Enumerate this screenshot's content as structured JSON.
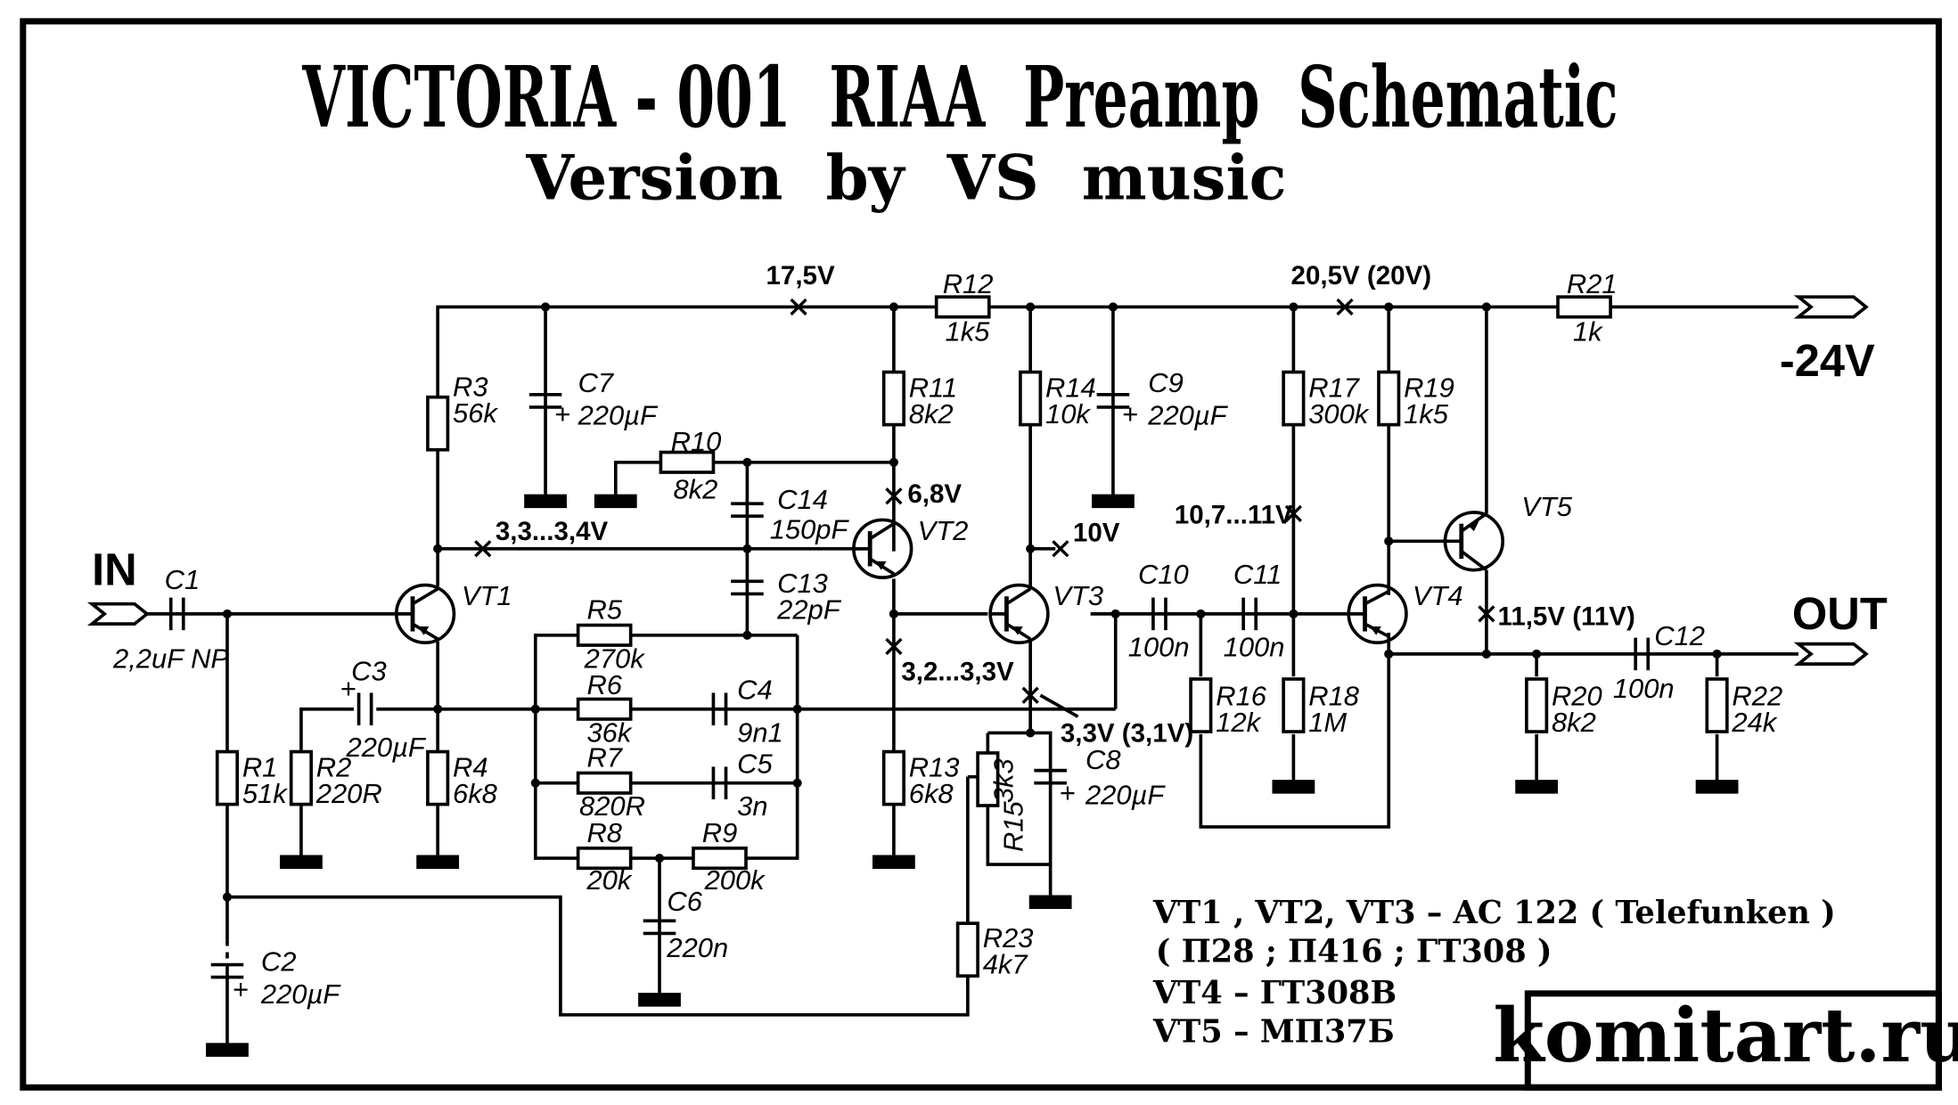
{
  "title": "VICTORIA - 001  RIAA  Preamp  Schematic",
  "subtitle": "Version  by  VS  music",
  "ports": {
    "in": "IN",
    "out": "OUT",
    "supply": "-24V"
  },
  "components": {
    "C1": {
      "ref": "C1",
      "value": "2,2uF NP"
    },
    "C2": {
      "ref": "C2",
      "value": "220µF"
    },
    "C3": {
      "ref": "C3",
      "value": "220µF"
    },
    "C4": {
      "ref": "C4",
      "value": "9n1"
    },
    "C5": {
      "ref": "C5",
      "value": "3n"
    },
    "C6": {
      "ref": "C6",
      "value": "220n"
    },
    "C7": {
      "ref": "C7",
      "value": "220µF"
    },
    "C8": {
      "ref": "C8",
      "value": "220µF"
    },
    "C9": {
      "ref": "C9",
      "value": "220µF"
    },
    "C10": {
      "ref": "C10",
      "value": "100n"
    },
    "C11": {
      "ref": "C11",
      "value": "100n"
    },
    "C12": {
      "ref": "C12",
      "value": "100n"
    },
    "C13": {
      "ref": "C13",
      "value": "22pF"
    },
    "C14": {
      "ref": "C14",
      "value": "150pF"
    },
    "R1": {
      "ref": "R1",
      "value": "51k"
    },
    "R2": {
      "ref": "R2",
      "value": "220R"
    },
    "R3": {
      "ref": "R3",
      "value": "56k"
    },
    "R4": {
      "ref": "R4",
      "value": "6k8"
    },
    "R5": {
      "ref": "R5",
      "value": "270k"
    },
    "R6": {
      "ref": "R6",
      "value": "36k"
    },
    "R7": {
      "ref": "R7",
      "value": "820R"
    },
    "R8": {
      "ref": "R8",
      "value": "20k"
    },
    "R9": {
      "ref": "R9",
      "value": "200k"
    },
    "R10": {
      "ref": "R10",
      "value": "8k2"
    },
    "R11": {
      "ref": "R11",
      "value": "8k2"
    },
    "R12": {
      "ref": "R12",
      "value": "1k5"
    },
    "R13": {
      "ref": "R13",
      "value": "6k8"
    },
    "R14": {
      "ref": "R14",
      "value": "10k"
    },
    "R15": {
      "ref": "R15",
      "value": "3k3"
    },
    "R16": {
      "ref": "R16",
      "value": "12k"
    },
    "R17": {
      "ref": "R17",
      "value": "300k"
    },
    "R18": {
      "ref": "R18",
      "value": "1M"
    },
    "R19": {
      "ref": "R19",
      "value": "1k5"
    },
    "R20": {
      "ref": "R20",
      "value": "8k2"
    },
    "R21": {
      "ref": "R21",
      "value": "1k"
    },
    "R22": {
      "ref": "R22",
      "value": "24k"
    },
    "R23": {
      "ref": "R23",
      "value": "4k7"
    },
    "VT1": {
      "ref": "VT1"
    },
    "VT2": {
      "ref": "VT2"
    },
    "VT3": {
      "ref": "VT3"
    },
    "VT4": {
      "ref": "VT4"
    },
    "VT5": {
      "ref": "VT5"
    }
  },
  "voltages": {
    "v_17_5": "17,5V",
    "v_20_5": "20,5V (20V)",
    "v_6_8": "6,8V",
    "v_3_3": "3,3...3,4V",
    "v_10": "10V",
    "v_3_2": "3,2...3,3V",
    "v_3_3b": "3,3V (3,1V)",
    "v_10_7": "10,7...11V",
    "v_11_5": "11,5V (11V)"
  },
  "notes": {
    "line1": "VT1 , VT2, VT3 – AC 122 ( Telefunken )",
    "line2": "( П28 ; П416 ; ГТ308 )",
    "line3": "VT4 – ГТ308В",
    "line4": "VT5 – МП37Б"
  },
  "brand": "komitart.ru"
}
